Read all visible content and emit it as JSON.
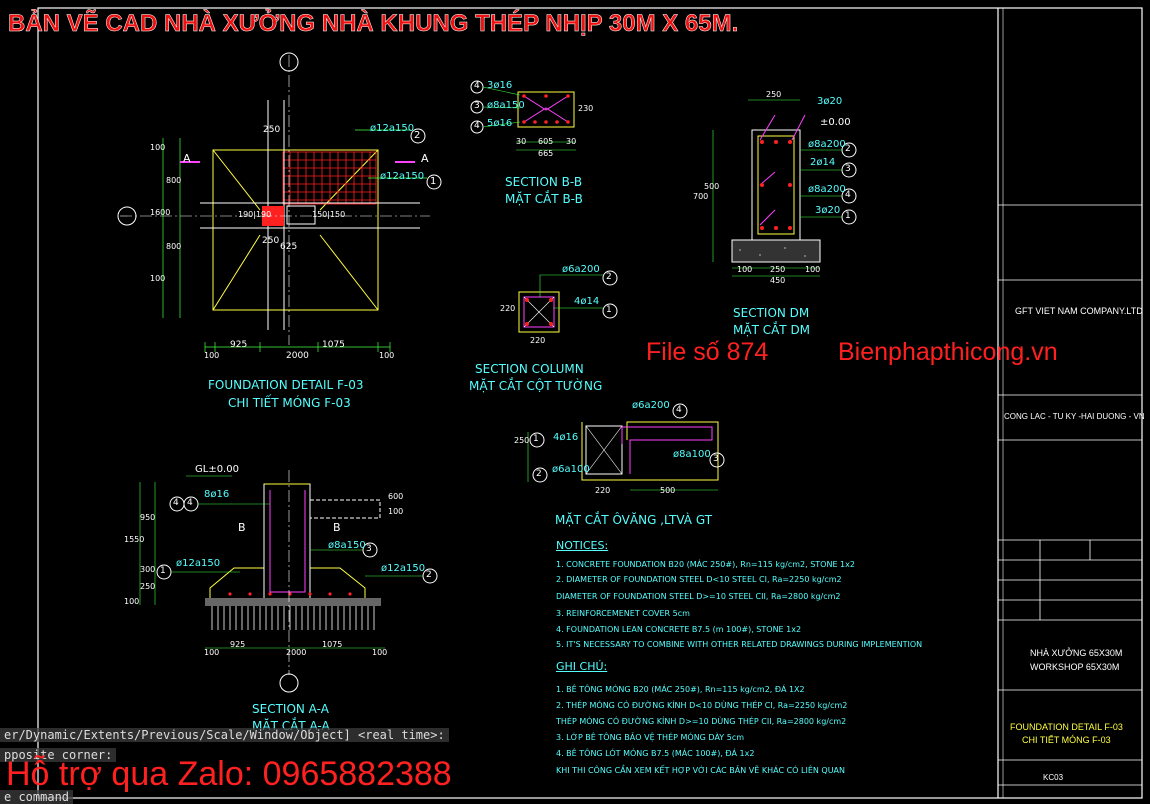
{
  "overlay": {
    "title": "BẢN VẼ CAD NHÀ XƯỞNG NHÀ KHUNG THÉP NHỊP 30M X 65M.",
    "file_label": "File số 874",
    "site": "Bienphapthicong.vn",
    "zalo": "Hỗ trợ qua Zalo: 0965882388"
  },
  "command_line": {
    "line1": "er/Dynamic/Extents/Previous/Scale/Window/Object] <real time>:",
    "line2": "pposite corner:",
    "line3": "e command"
  },
  "views": {
    "f03": {
      "title1": "FOUNDATION DETAIL F-03",
      "title2": "CHI TIẾT MÓNG F-03",
      "dims_bottom": [
        "100",
        "925",
        "2000",
        "1075",
        "100"
      ],
      "dims_left": [
        "100",
        "800",
        "1600",
        "800",
        "100"
      ],
      "labels": [
        "ø12a150",
        "ø12a150",
        "250",
        "250",
        "190|190",
        "625",
        "150|150",
        "A",
        "A"
      ],
      "circ": [
        "2",
        "1"
      ]
    },
    "bb": {
      "title1": "SECTION B-B",
      "title2": "MẶT CẮT B-B",
      "labels": [
        "3ø16",
        "ø8a150",
        "5ø16",
        "30",
        "605",
        "30",
        "665",
        "230"
      ],
      "circ": [
        "4",
        "3",
        "4"
      ]
    },
    "col": {
      "title1": "SECTION COLUMN",
      "title2": "MẶT CẮT CỘT TƯỜNG",
      "labels": [
        "ø6a200",
        "4ø14",
        "220",
        "220"
      ],
      "circ": [
        "2",
        "1"
      ]
    },
    "dm": {
      "title1": "SECTION DM",
      "title2": "MẶT CẮT DM",
      "labels": [
        "250",
        "3ø20",
        "±0.00",
        "ø8a200",
        "2ø14",
        "ø8a200",
        "3ø20",
        "700",
        "500",
        "100",
        "250",
        "100",
        "450"
      ],
      "circ": [
        "2",
        "3",
        "4",
        "1"
      ]
    },
    "ov": {
      "title": "MẶT CẮT ÔVĂNG ,LTVÀ GT",
      "labels": [
        "ø6a200",
        "4ø16",
        "ø6a100",
        "ø8a100",
        "220",
        "500",
        "250"
      ],
      "circ": [
        "4",
        "1",
        "2",
        "3"
      ]
    },
    "aa": {
      "title1": "SECTION A-A",
      "title2": "MẶT CẮT A-A",
      "labels": [
        "GL±0.00",
        "8ø16",
        "ø8a150",
        "ø12a150",
        "ø12a150",
        "1550",
        "950",
        "300",
        "250",
        "100",
        "100",
        "600",
        "B",
        "B",
        "100",
        "925",
        "2000",
        "1075",
        "100"
      ],
      "circ": [
        "4",
        "4",
        "3",
        "1",
        "2"
      ]
    }
  },
  "notices": {
    "head": "NOTICES:",
    "items": [
      "1. CONCRETE FOUNDATION B20 (MÁC 250#), Rn=115 kg/cm2, STONE 1x2",
      "2. DIAMETER OF FOUNDATION STEEL D<10 STEEL CI, Ra=2250 kg/cm2",
      "   DIAMETER OF FOUNDATION STEEL D>=10 STEEL CII, Ra=2800 kg/cm2",
      "3. REINFORCEMENET COVER 5cm",
      "4. FOUNDATION LEAN CONCRETE B7.5 (m 100#), STONE 1x2",
      "5. IT'S NECESSARY TO COMBINE WITH OTHER RELATED DRAWINGS DURING IMPLEMENTION"
    ]
  },
  "ghichu": {
    "head": "GHI CHÚ:",
    "items": [
      "1. BÊ TÔNG MÓNG B20 (MÁC 250#), Rn=115 kg/cm2, ĐÁ 1X2",
      "2. THÉP MÓNG CÓ ĐƯỜNG KÍNH D<10 DÙNG THÉP CI, Ra=2250 kg/cm2",
      "   THÉP MÓNG CÓ ĐƯỜNG KÍNH D>=10 DÙNG THÉP CII, Ra=2800 kg/cm2",
      "3. LỚP BÊ TÔNG BẢO VỆ THÉP MÓNG DÀY 5cm",
      "4. BÊ TÔNG LÓT MÓNG B7.5 (MÁC 100#), ĐÁ 1x2",
      "   KHI THI CÔNG CẦN XEM KẾT HỢP VỚI CÁC BẢN VẼ KHÁC CÓ LIÊN QUAN"
    ]
  },
  "title_block": {
    "company": "GFT VIET NAM COMPANY.LTD",
    "address": "CONG LAC - TU KY -HAI DUONG - VN",
    "project1": "NHÀ XƯỞNG 65X30M",
    "project2": "WORKSHOP 65X30M",
    "drawing1": "FOUNDATION DETAIL F-03",
    "drawing2": "CHI TIẾT MÓNG F-03",
    "number": "KC03"
  },
  "colors": {
    "cyan": "#55ffff",
    "yellow": "#ffff40",
    "red": "#ff2020",
    "white": "#ffffff",
    "green": "#40ff40",
    "magenta": "#ff40ff"
  }
}
